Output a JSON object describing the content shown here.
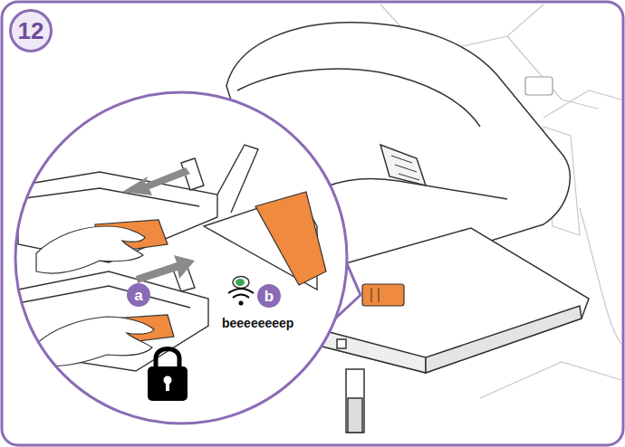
{
  "diagram": {
    "nodes": [
      {
        "text": [
          "12"
        ]
      },
      {
        "text": [
          "a"
        ]
      },
      {
        "text": [
          "b"
        ]
      }
    ],
    "labels": [
      "beeeeeeeep"
    ]
  }
}
